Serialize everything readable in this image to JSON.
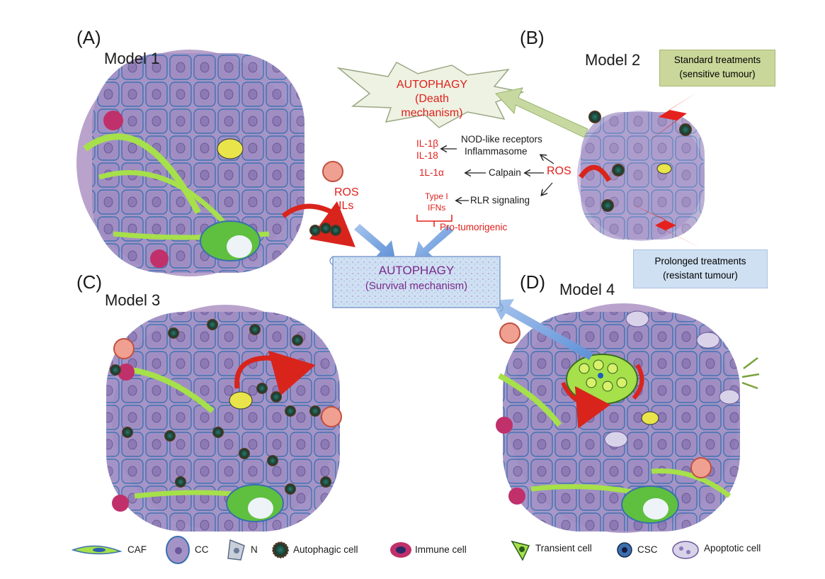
{
  "panels": {
    "a": {
      "letter": "(A)",
      "model": "Model 1"
    },
    "b": {
      "letter": "(B)",
      "model": "Model 2"
    },
    "c": {
      "letter": "(C)",
      "model": "Model 3"
    },
    "d": {
      "letter": "(D)",
      "model": "Model 4"
    }
  },
  "death": {
    "title": "AUTOPHAGY",
    "subtitle": "(Death mechanism)"
  },
  "survival": {
    "title": "AUTOPHAGY",
    "subtitle": "(Survival mechanism)"
  },
  "standard_box": {
    "line1": "Standard treatments",
    "line2": "(sensitive tumour)"
  },
  "prolonged_box": {
    "line1": "Prolonged treatments",
    "line2": "(resistant tumour)"
  },
  "ros_ils": {
    "line1": "ROS",
    "line2": "ILs"
  },
  "pathway": {
    "il1b": "IL-1β",
    "il18": "IL-18",
    "nod": "NOD-like receptors",
    "inflammasome": "Inflammasome",
    "il1a": "1L-1α",
    "calpain": "Calpain",
    "ros": "ROS",
    "type1": "Type I",
    "ifns": "IFNs",
    "rlr": "RLR signaling",
    "pro_tumorigenic": "Pro-tumorigenic"
  },
  "legend": [
    {
      "icon": "caf-icon",
      "label": "CAF"
    },
    {
      "icon": "cc-icon",
      "label": "CC"
    },
    {
      "icon": "n-icon",
      "label": "N"
    },
    {
      "icon": "autophagic-cell-icon",
      "label": "Autophagic cell"
    },
    {
      "icon": "immune-cell-icon",
      "label": "Immune cell"
    },
    {
      "icon": "transient-cell-icon",
      "label": "Transient cell"
    },
    {
      "icon": "csc-icon",
      "label": "CSC"
    },
    {
      "icon": "apoptotic-cell-icon",
      "label": "Apoptotic cell"
    }
  ],
  "colors": {
    "tumour": "#b9a3cc",
    "cell_fill": "#a896c8",
    "cell_stroke": "#3a6fb0",
    "caf": "#a6e04a",
    "red_text": "#e0201b",
    "purple_text": "#7a2a8a",
    "green_box": "#c9d89a",
    "blue_box": "#cfe0f2",
    "arrow_blue": "#7fa6dd"
  }
}
